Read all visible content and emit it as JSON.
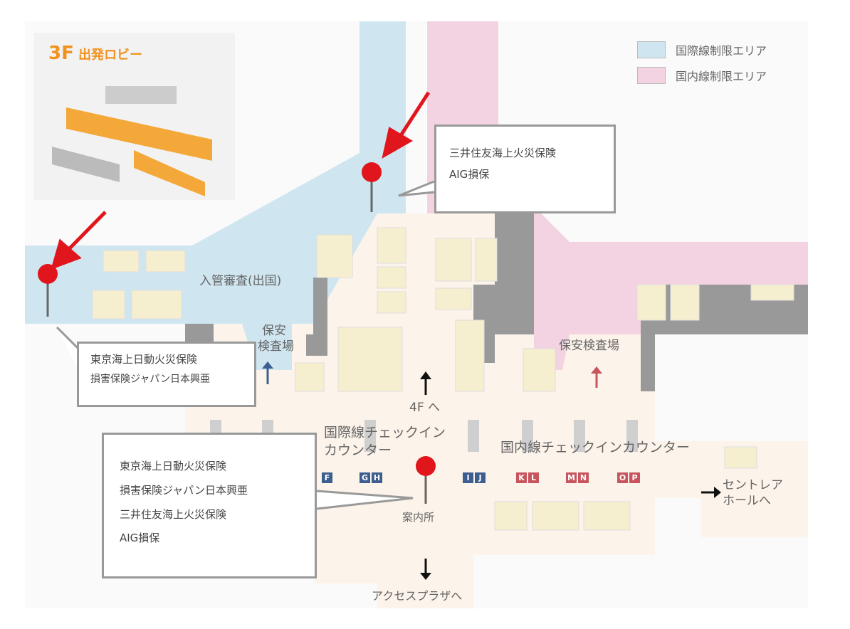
{
  "inset": {
    "floor": "3F",
    "title": "出発ロビー"
  },
  "legend": [
    {
      "label": "国際線制限エリア",
      "color": "#cfe6f1"
    },
    {
      "label": "国内線制限エリア",
      "color": "#f3d3e2"
    }
  ],
  "labels": {
    "immigration": "入管審査(出国)",
    "security_left_1": "保安",
    "security_left_2": "検査場",
    "security_right": "保安検査場",
    "to_4f": "4F へ",
    "intl_checkin_1": "国際線チェックイン",
    "intl_checkin_2": "カウンター",
    "dom_checkin": "国内線チェックインカウンター",
    "info": "案内所",
    "centrair_1": "セントレア",
    "centrair_2": "ホールへ",
    "access_plaza": "アクセスプラザへ"
  },
  "counters": {
    "intl": [
      "F",
      "G",
      "H",
      "I",
      "J"
    ],
    "dom": [
      "K",
      "L",
      "M",
      "N",
      "O",
      "P"
    ]
  },
  "callouts": {
    "top_right": [
      "三井住友海上火災保険",
      "AIG損保"
    ],
    "left": [
      "東京海上日動火災保険",
      "損害保険ジャパン日本興亜"
    ],
    "bottom": [
      "東京海上日動火災保険",
      "損害保険ジャパン日本興亜",
      "三井住友海上火災保険",
      "AIG損保"
    ]
  },
  "colors": {
    "intl_area": "#cfe6f1",
    "dom_area": "#f3d3e2",
    "public_area": "#fcf3ea",
    "shop": "#f6efcf",
    "wall": "#999999",
    "pin": "#e0161c"
  }
}
